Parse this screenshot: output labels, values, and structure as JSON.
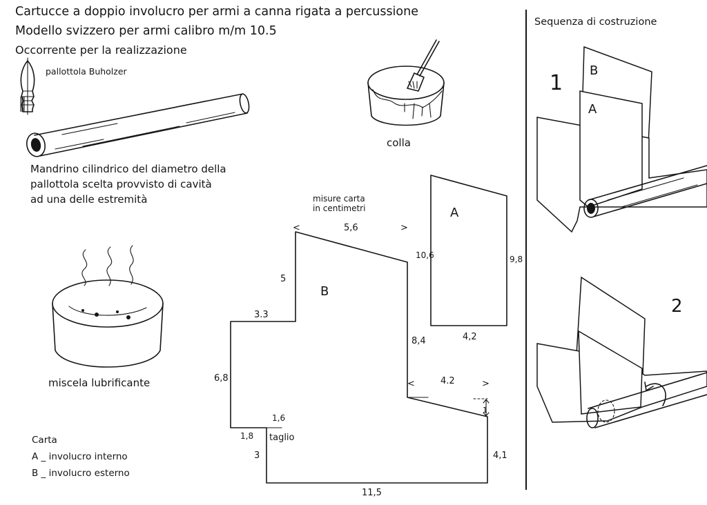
{
  "header": {
    "title_line1": "Cartucce a doppio involucro per armi a canna rigata a percussione",
    "title_line2": "Modello svizzero per armi calibro m/m 10.5",
    "subtitle": "Occorrente per la realizzazione"
  },
  "materials": {
    "bullet_label": "pallottola Buholzer",
    "mandrel_caption": [
      "Mandrino cilindrico del diametro della",
      "pallottola scelta provvisto di cavità",
      "ad una delle estremità"
    ],
    "glue_label": "colla",
    "lubricant_label": "miscela lubrificante"
  },
  "pattern": {
    "units_note": [
      "misure carta",
      "in centimetri"
    ],
    "piece_a_label": "A",
    "piece_b_label": "B",
    "dims_b": {
      "top": "5,6",
      "left_slant": "5",
      "step": "3.3",
      "left": "6,8",
      "right": "8,4",
      "notch": "4.2",
      "drop": "1",
      "right_lower": "4,1",
      "bottom": "11,5",
      "cut_height": "3",
      "cut_left": "1,8",
      "cut_top": "1,6",
      "cut_label": "taglio"
    },
    "dims_a": {
      "left": "10,6",
      "right": "9,8",
      "bottom": "4,2"
    }
  },
  "legend": {
    "title": "Carta",
    "items": [
      "A _ involucro interno",
      "B _ involucro esterno"
    ]
  },
  "sequence": {
    "title": "Sequenza di costruzione",
    "step1": "1",
    "step2": "2",
    "label_a": "A",
    "label_b": "B"
  }
}
